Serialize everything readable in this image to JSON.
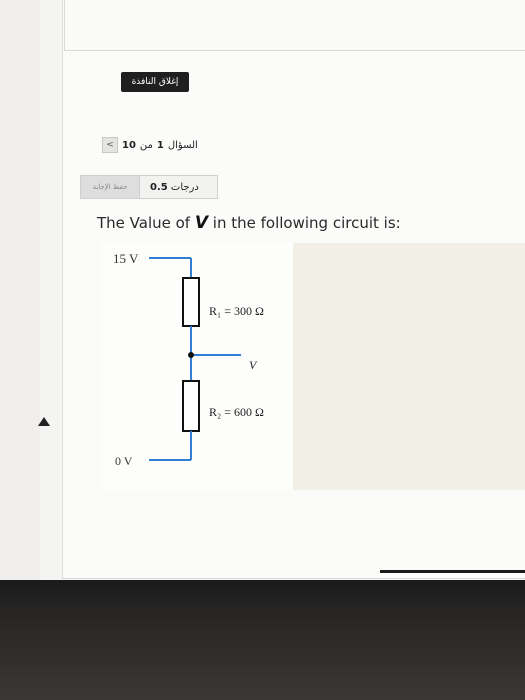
{
  "header": {
    "close_window_label": "إغلاق النافذة"
  },
  "question_nav": {
    "prev_icon": "chevron-left",
    "current": "1",
    "total": "10",
    "label_prefix": "السؤال",
    "label_of": "من"
  },
  "answer_bar": {
    "save_label": "حفظ الإجابة",
    "points_value": "0.5",
    "points_unit": "درجات"
  },
  "question": {
    "text_before": "The Value of ",
    "variable": "V",
    "text_after": " in the following circuit is:"
  },
  "circuit": {
    "top_voltage": "15 V",
    "bottom_voltage": "0 V",
    "r1_label": "R₁ = 300 Ω",
    "r2_label": "R₂ = 600 Ω",
    "output_label": "V"
  }
}
